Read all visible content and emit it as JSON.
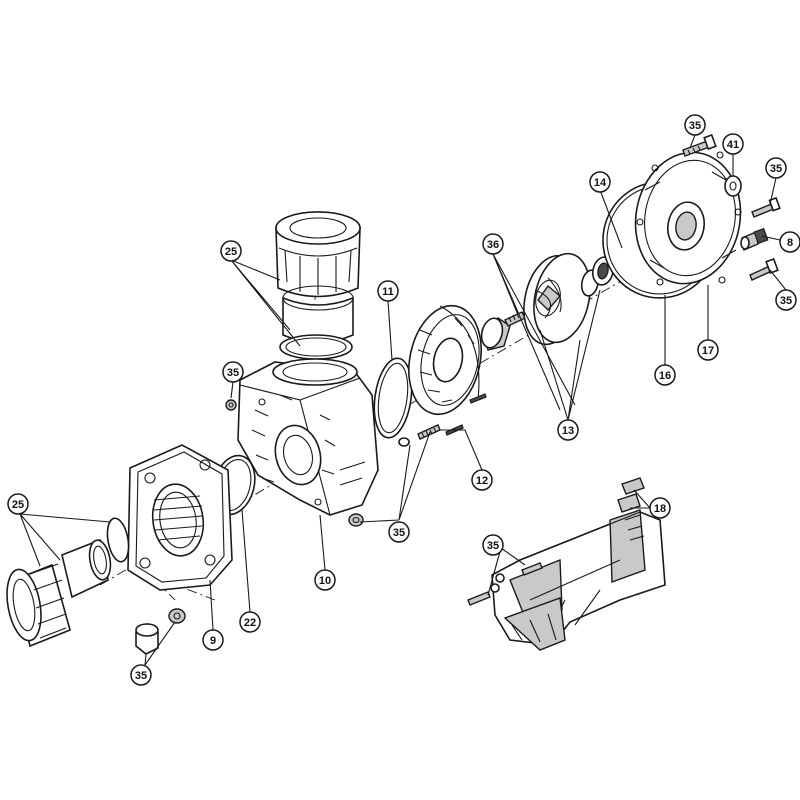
{
  "callouts": [
    {
      "id": "c35a",
      "label": "35"
    },
    {
      "id": "c41",
      "label": "41"
    },
    {
      "id": "c35b",
      "label": "35"
    },
    {
      "id": "c14",
      "label": "14"
    },
    {
      "id": "c8",
      "label": "8"
    },
    {
      "id": "c35c",
      "label": "35"
    },
    {
      "id": "c36",
      "label": "36"
    },
    {
      "id": "c25a",
      "label": "25"
    },
    {
      "id": "c11",
      "label": "11"
    },
    {
      "id": "c16",
      "label": "16"
    },
    {
      "id": "c17",
      "label": "17"
    },
    {
      "id": "c35d",
      "label": "35"
    },
    {
      "id": "c13",
      "label": "13"
    },
    {
      "id": "c12",
      "label": "12"
    },
    {
      "id": "c25b",
      "label": "25"
    },
    {
      "id": "c18",
      "label": "18"
    },
    {
      "id": "c10",
      "label": "10"
    },
    {
      "id": "c35e",
      "label": "35"
    },
    {
      "id": "c35f",
      "label": "35"
    },
    {
      "id": "c22",
      "label": "22"
    },
    {
      "id": "c9",
      "label": "9"
    },
    {
      "id": "c35g",
      "label": "35"
    }
  ]
}
